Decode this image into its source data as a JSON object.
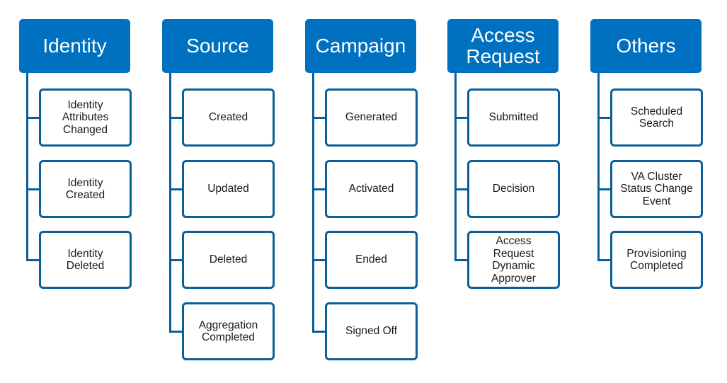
{
  "diagram": {
    "columns": [
      {
        "title": "Identity",
        "items": [
          "Identity\nAttributes\nChanged",
          "Identity\nCreated",
          "Identity\nDeleted"
        ]
      },
      {
        "title": "Source",
        "items": [
          "Created",
          "Updated",
          "Deleted",
          "Aggregation\nCompleted"
        ]
      },
      {
        "title": "Campaign",
        "items": [
          "Generated",
          "Activated",
          "Ended",
          "Signed Off"
        ]
      },
      {
        "title": "Access\nRequest",
        "items": [
          "Submitted",
          "Decision",
          "Access\nRequest\nDynamic\nApprover"
        ]
      },
      {
        "title": "Others",
        "items": [
          "Scheduled\nSearch",
          "VA Cluster\nStatus Change\nEvent",
          "Provisioning\nCompleted"
        ]
      }
    ]
  },
  "colors": {
    "header_fill": "#0070c0",
    "connector": "#0a5f99",
    "child_text": "#1a1a1a"
  }
}
